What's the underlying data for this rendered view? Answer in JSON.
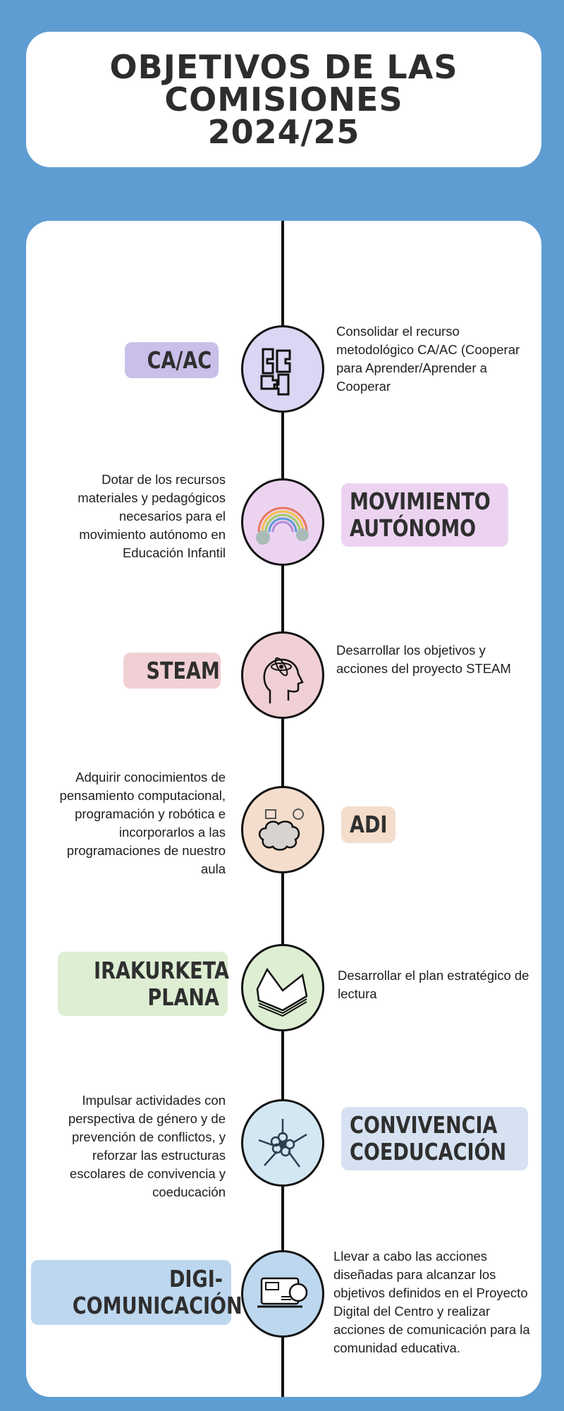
{
  "title": {
    "lines": [
      "OBJETIVOS DE LAS",
      "COMISIONES",
      "2024/25"
    ]
  },
  "items": [
    {
      "label": [
        "CA/AC"
      ],
      "description": "Consolidar el recurso metodológico CA/AC (Cooperar para Aprender/Aprender a Cooperar",
      "icon": "puzzle-hands-icon",
      "pill_color": "#c9bfe9",
      "circle_color": "#dcd6f4"
    },
    {
      "label": [
        "MOVIMIENTO",
        "AUTÓNOMO"
      ],
      "description": "Dotar de los recursos materiales y pedagógicos necesarios para el movimiento autónomo en Educación Infantil",
      "icon": "rainbow-icon",
      "pill_color": "#ecd4f1",
      "circle_color": "#ecd4f1"
    },
    {
      "label": [
        "STEAM"
      ],
      "description": "Desarrollar los objetivos y acciones del proyecto STEAM",
      "icon": "head-atom-icon",
      "pill_color": "#f1d0d5",
      "circle_color": "#f1d0d5"
    },
    {
      "label": [
        "ADI"
      ],
      "description": "Adquirir conocimientos de pensamiento computacional, programación y robótica e incorporarlos a las programaciones de nuestro aula",
      "icon": "brain-robot-icon",
      "pill_color": "#f4ddcc",
      "circle_color": "#f4ddcc"
    },
    {
      "label": [
        "IRAKURKETA",
        "PLANA"
      ],
      "description": "Desarrollar el plan estratégico de lectura",
      "icon": "open-book-icon",
      "pill_color": "#ddeed3",
      "circle_color": "#ddeed3"
    },
    {
      "label": [
        "CONVIVENCIA",
        "COEDUCACIÓN"
      ],
      "description": "Impulsar actividades con perspectiva de género y de prevención de conflictos, y reforzar las estructuras escolares  de convivencia y coeducación",
      "icon": "joined-hands-icon",
      "pill_color": "#d6e2f1",
      "circle_color": "#d3e7f3"
    },
    {
      "label": [
        "DIGI-",
        "COMUNICACIÓN"
      ],
      "description": "Llevar a cabo las acciones diseñadas para alcanzar los objetivos definidos en el Proyecto Digital del Centro y realizar acciones de comunicación para la comunidad educativa.",
      "icon": "laptop-chat-icon",
      "pill_color": "#bdd7ef",
      "circle_color": "#bdd7ef"
    }
  ]
}
